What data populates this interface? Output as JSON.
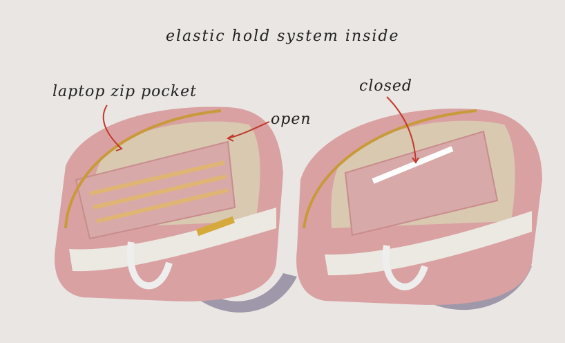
{
  "annotations": {
    "title": "elastic hold system inside",
    "laptop_pocket": "laptop zip pocket",
    "open": "open",
    "closed": "closed"
  },
  "colors": {
    "background": "#eae6e3",
    "bag_pink": "#d9a1a1",
    "lining": "#d9c9b1",
    "zipper": "#c89a3a",
    "strap": "#9f98ab",
    "arrow_red": "#c0392b"
  }
}
